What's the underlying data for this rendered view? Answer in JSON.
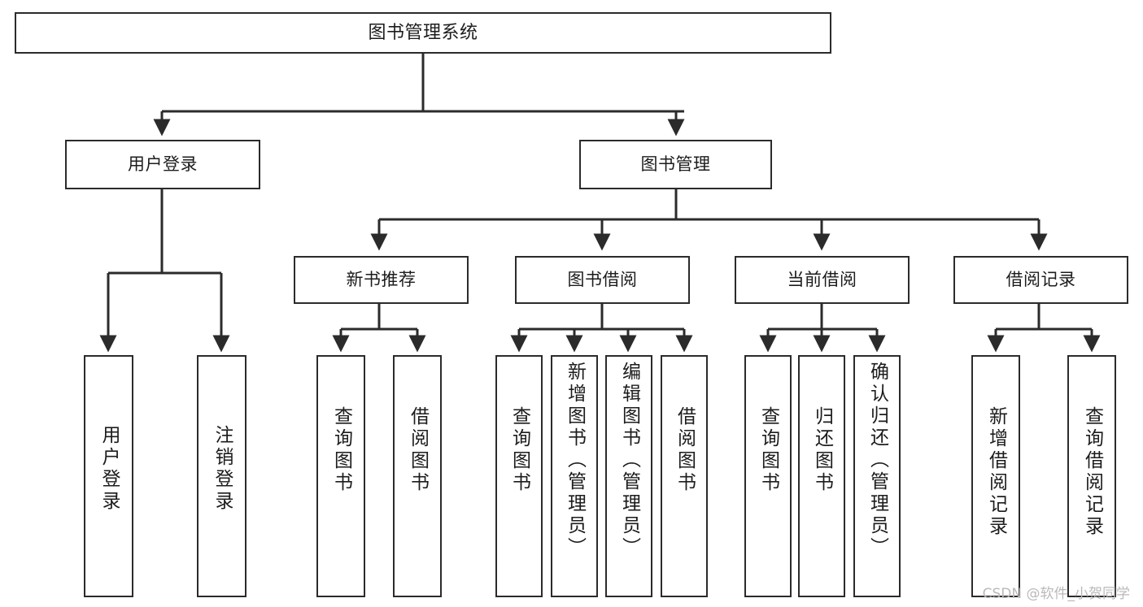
{
  "diagram": {
    "title": "图书管理系统",
    "type": "tree-structure-chart",
    "root": {
      "label": "图书管理系统"
    },
    "level1": [
      {
        "label": "用户登录"
      },
      {
        "label": "图书管理"
      }
    ],
    "level2": [
      {
        "label": "新书推荐"
      },
      {
        "label": "图书借阅"
      },
      {
        "label": "当前借阅"
      },
      {
        "label": "借阅记录"
      }
    ],
    "leaves": {
      "user_login": [
        {
          "label": "用户登录"
        },
        {
          "label": "注销登录"
        }
      ],
      "new_book_recommend": [
        {
          "label": "查询图书"
        },
        {
          "label": "借阅图书"
        }
      ],
      "book_borrow": [
        {
          "label": "查询图书"
        },
        {
          "label": "新增图书（管理员）"
        },
        {
          "label": "编辑图书（管理员）"
        },
        {
          "label": "借阅图书"
        }
      ],
      "current_borrow": [
        {
          "label": "查询图书"
        },
        {
          "label": "归还图书"
        },
        {
          "label": "确认归还（管理员）"
        }
      ],
      "borrow_records": [
        {
          "label": "新增借阅记录"
        },
        {
          "label": "查询借阅记录"
        }
      ]
    }
  },
  "watermark": {
    "text": "CSDN @软件_小贺同学"
  },
  "colors": {
    "box_border": "#2b2b2b",
    "box_fill": "#ffffff",
    "text": "#1c1c1c",
    "edge": "#2b2b2b",
    "watermark": "#b9b9b9",
    "background": "#ffffff"
  }
}
